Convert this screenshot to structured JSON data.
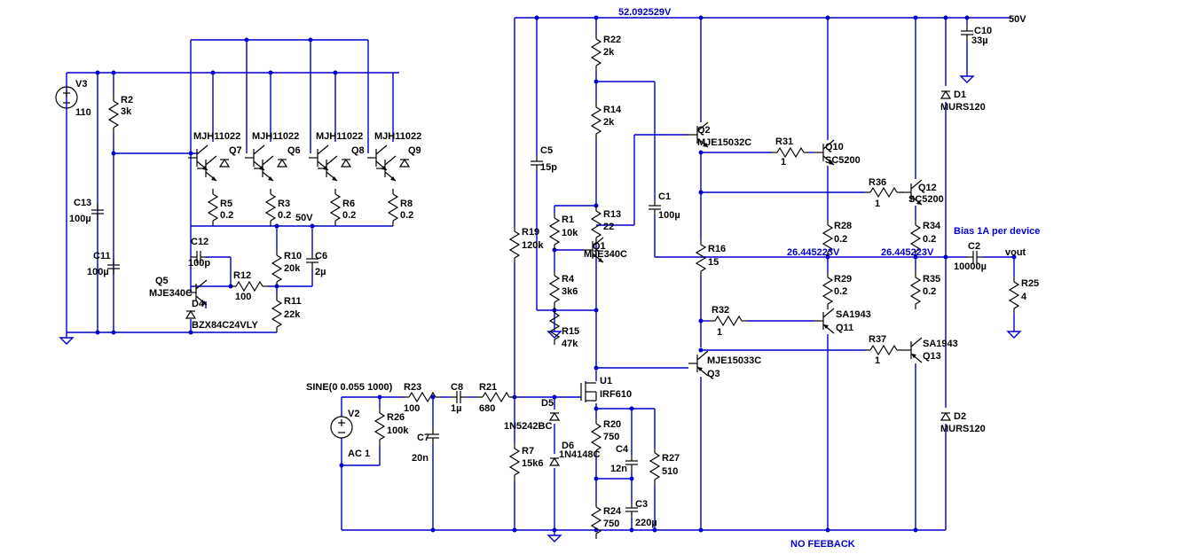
{
  "colors": {
    "wire": "#0000cc",
    "component": "#000000",
    "annotation": "#0000cc",
    "background": "#ffffff"
  },
  "sources": {
    "v3": {
      "name": "V3",
      "value": "110"
    },
    "v2": {
      "name": "V2",
      "value": "SINE(0 0.055 1000)",
      "ac": "AC 1"
    }
  },
  "resistors": {
    "r2": {
      "name": "R2",
      "value": "3k"
    },
    "r5": {
      "name": "R5",
      "value": "0.2"
    },
    "r3": {
      "name": "R3",
      "value": "0.2"
    },
    "r6": {
      "name": "R6",
      "value": "0.2"
    },
    "r8": {
      "name": "R8",
      "value": "0.2"
    },
    "r10": {
      "name": "R10",
      "value": "20k"
    },
    "r11": {
      "name": "R11",
      "value": "22k"
    },
    "r12": {
      "name": "R12",
      "value": "100"
    },
    "r22": {
      "name": "R22",
      "value": "2k"
    },
    "r14": {
      "name": "R14",
      "value": "2k"
    },
    "r13": {
      "name": "R13",
      "value": "22"
    },
    "r1": {
      "name": "R1",
      "value": "10k"
    },
    "r4": {
      "name": "R4",
      "value": "3k6"
    },
    "r15": {
      "name": "R15",
      "value": "47k"
    },
    "r19": {
      "name": "R19",
      "value": "120k"
    },
    "r16": {
      "name": "R16",
      "value": "15"
    },
    "r31": {
      "name": "R31",
      "value": "1"
    },
    "r36": {
      "name": "R36",
      "value": "1"
    },
    "r28": {
      "name": "R28",
      "value": "0.2"
    },
    "r34": {
      "name": "R34",
      "value": "0.2"
    },
    "r29": {
      "name": "R29",
      "value": "0.2"
    },
    "r35": {
      "name": "R35",
      "value": "0.2"
    },
    "r32": {
      "name": "R32",
      "value": "1"
    },
    "r37": {
      "name": "R37",
      "value": "1"
    },
    "r23": {
      "name": "R23",
      "value": "100"
    },
    "r26": {
      "name": "R26",
      "value": "100k"
    },
    "r21": {
      "name": "R21",
      "value": "680"
    },
    "r7": {
      "name": "R7",
      "value": "15k6"
    },
    "r20": {
      "name": "R20",
      "value": "750"
    },
    "r24": {
      "name": "R24",
      "value": "750"
    },
    "r27": {
      "name": "R27",
      "value": "510"
    },
    "r25": {
      "name": "R25",
      "value": "4"
    }
  },
  "capacitors": {
    "c13": {
      "name": "C13",
      "value": "100µ"
    },
    "c11": {
      "name": "C11",
      "value": "100µ"
    },
    "c12": {
      "name": "C12",
      "value": "100p"
    },
    "c6": {
      "name": "C6",
      "value": "2µ"
    },
    "c5": {
      "name": "C5",
      "value": "15p"
    },
    "c1": {
      "name": "C1",
      "value": "100µ"
    },
    "c10": {
      "name": "C10",
      "value": "33µ"
    },
    "c2": {
      "name": "C2",
      "value": "10000µ"
    },
    "c8": {
      "name": "C8",
      "value": "1µ"
    },
    "c7": {
      "name": "C7",
      "value": "20n"
    },
    "c4": {
      "name": "C4",
      "value": "12n"
    },
    "c3": {
      "name": "C3",
      "value": "220µ"
    }
  },
  "transistors": {
    "q7": {
      "name": "Q7",
      "part": "MJH11022"
    },
    "q6": {
      "name": "Q6",
      "part": "MJH11022"
    },
    "q8": {
      "name": "Q8",
      "part": "MJH11022"
    },
    "q9": {
      "name": "Q9",
      "part": "MJH11022"
    },
    "q5": {
      "name": "Q5",
      "part": "MJE340C"
    },
    "q1": {
      "name": "Q1",
      "part": "MJE340C"
    },
    "q2": {
      "name": "Q2",
      "part": "MJE15032C"
    },
    "q3": {
      "name": "Q3",
      "part": "MJE15033C"
    },
    "q10": {
      "name": "Q10",
      "part": "SC5200"
    },
    "q12": {
      "name": "Q12",
      "part": "SC5200"
    },
    "q11": {
      "name": "Q11",
      "part": "SA1943"
    },
    "q13": {
      "name": "Q13",
      "part": "SA1943"
    },
    "u1": {
      "name": "U1",
      "part": "IRF610"
    }
  },
  "diodes": {
    "d4": {
      "name": "D4",
      "part": "BZX84C24VLY"
    },
    "d1": {
      "name": "D1",
      "part": "MURS120"
    },
    "d2": {
      "name": "D2",
      "part": "MURS120"
    },
    "d5": {
      "name": "D5",
      "part": "1N5242BC"
    },
    "d6": {
      "name": "D6",
      "part": "1N4148C"
    }
  },
  "annotations": {
    "rail_voltage": "52.092529V",
    "label_50v_supply": "50V",
    "label_50v_node": "50V",
    "mid_voltage_1": "26.445223V",
    "mid_voltage_2": "26.445223V",
    "bias_note": "Bias 1A per device",
    "vout": "vout",
    "no_feedback": "NO FEEBACK"
  }
}
